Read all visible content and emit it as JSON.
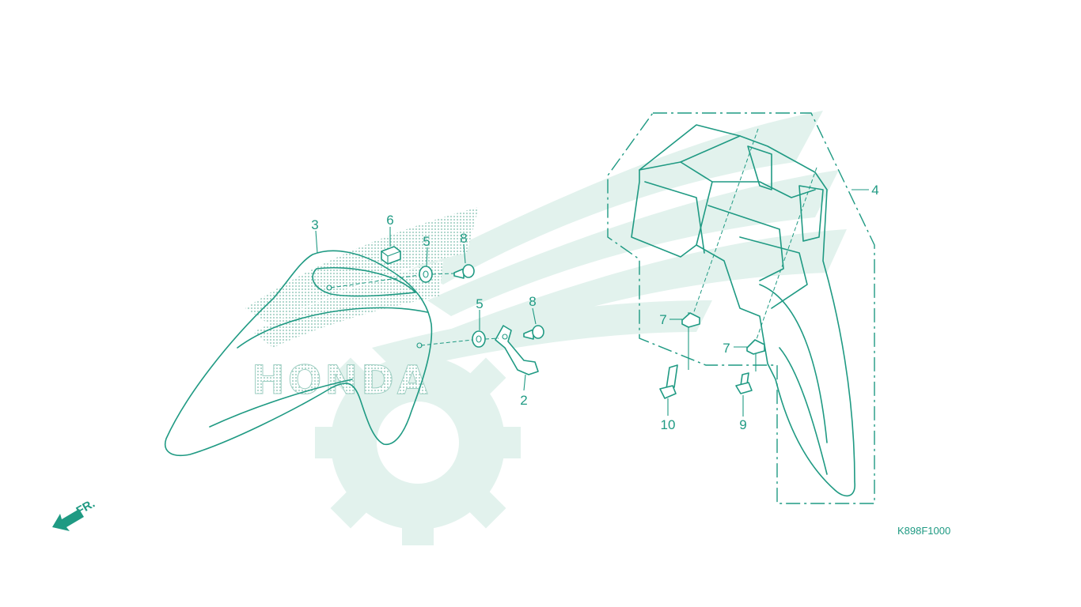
{
  "diagram_code": "K898F1000",
  "direction_label": "FR.",
  "watermark": {
    "brand_text": "HONDA"
  },
  "callouts": [
    {
      "id": "2",
      "text": "2"
    },
    {
      "id": "3",
      "text": "3"
    },
    {
      "id": "4",
      "text": "4"
    },
    {
      "id": "5a",
      "text": "5"
    },
    {
      "id": "5b",
      "text": "5"
    },
    {
      "id": "6",
      "text": "6"
    },
    {
      "id": "7a",
      "text": "7"
    },
    {
      "id": "7b",
      "text": "7"
    },
    {
      "id": "8a",
      "text": "8"
    },
    {
      "id": "8b",
      "text": "8"
    },
    {
      "id": "9",
      "text": "9"
    },
    {
      "id": "10",
      "text": "10"
    }
  ],
  "colors": {
    "line": "#1f9a83",
    "watermark": "#dcefe9"
  }
}
